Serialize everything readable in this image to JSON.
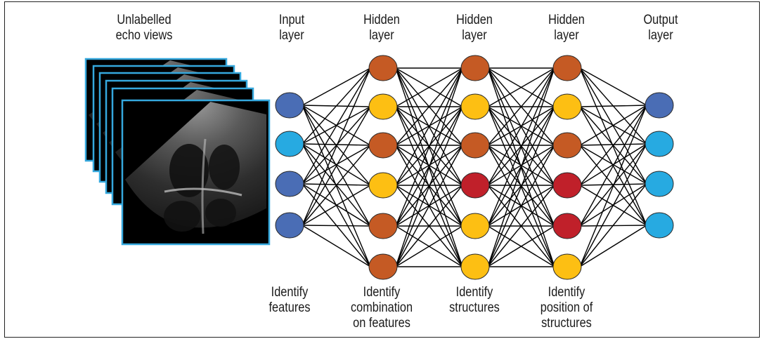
{
  "header": {
    "echo": [
      "Unlabelled",
      "echo views"
    ],
    "layers": [
      [
        "Input",
        "layer"
      ],
      [
        "Hidden",
        "layer"
      ],
      [
        "Hidden",
        "layer"
      ],
      [
        "Hidden",
        "layer"
      ],
      [
        "Output",
        "layer"
      ]
    ]
  },
  "captions": [
    [
      "Identify",
      "features"
    ],
    [
      "Identify",
      "combination",
      "on features"
    ],
    [
      "Identify",
      "structures"
    ],
    [
      "Identify",
      "position of",
      "structures"
    ]
  ],
  "colors": {
    "dark_blue": "#4a6db5",
    "light_blue": "#27aae1",
    "orange": "#c55a24",
    "yellow": "#fdbf13",
    "red": "#c0202a",
    "frame_border": "#35a8dd"
  },
  "network": {
    "layers": [
      [
        "dark_blue",
        "light_blue",
        "dark_blue",
        "dark_blue"
      ],
      [
        "orange",
        "yellow",
        "orange",
        "yellow",
        "orange",
        "orange"
      ],
      [
        "orange",
        "yellow",
        "orange",
        "red",
        "yellow",
        "yellow"
      ],
      [
        "orange",
        "yellow",
        "orange",
        "red",
        "red",
        "yellow"
      ],
      [
        "dark_blue",
        "light_blue",
        "light_blue",
        "light_blue"
      ]
    ]
  }
}
